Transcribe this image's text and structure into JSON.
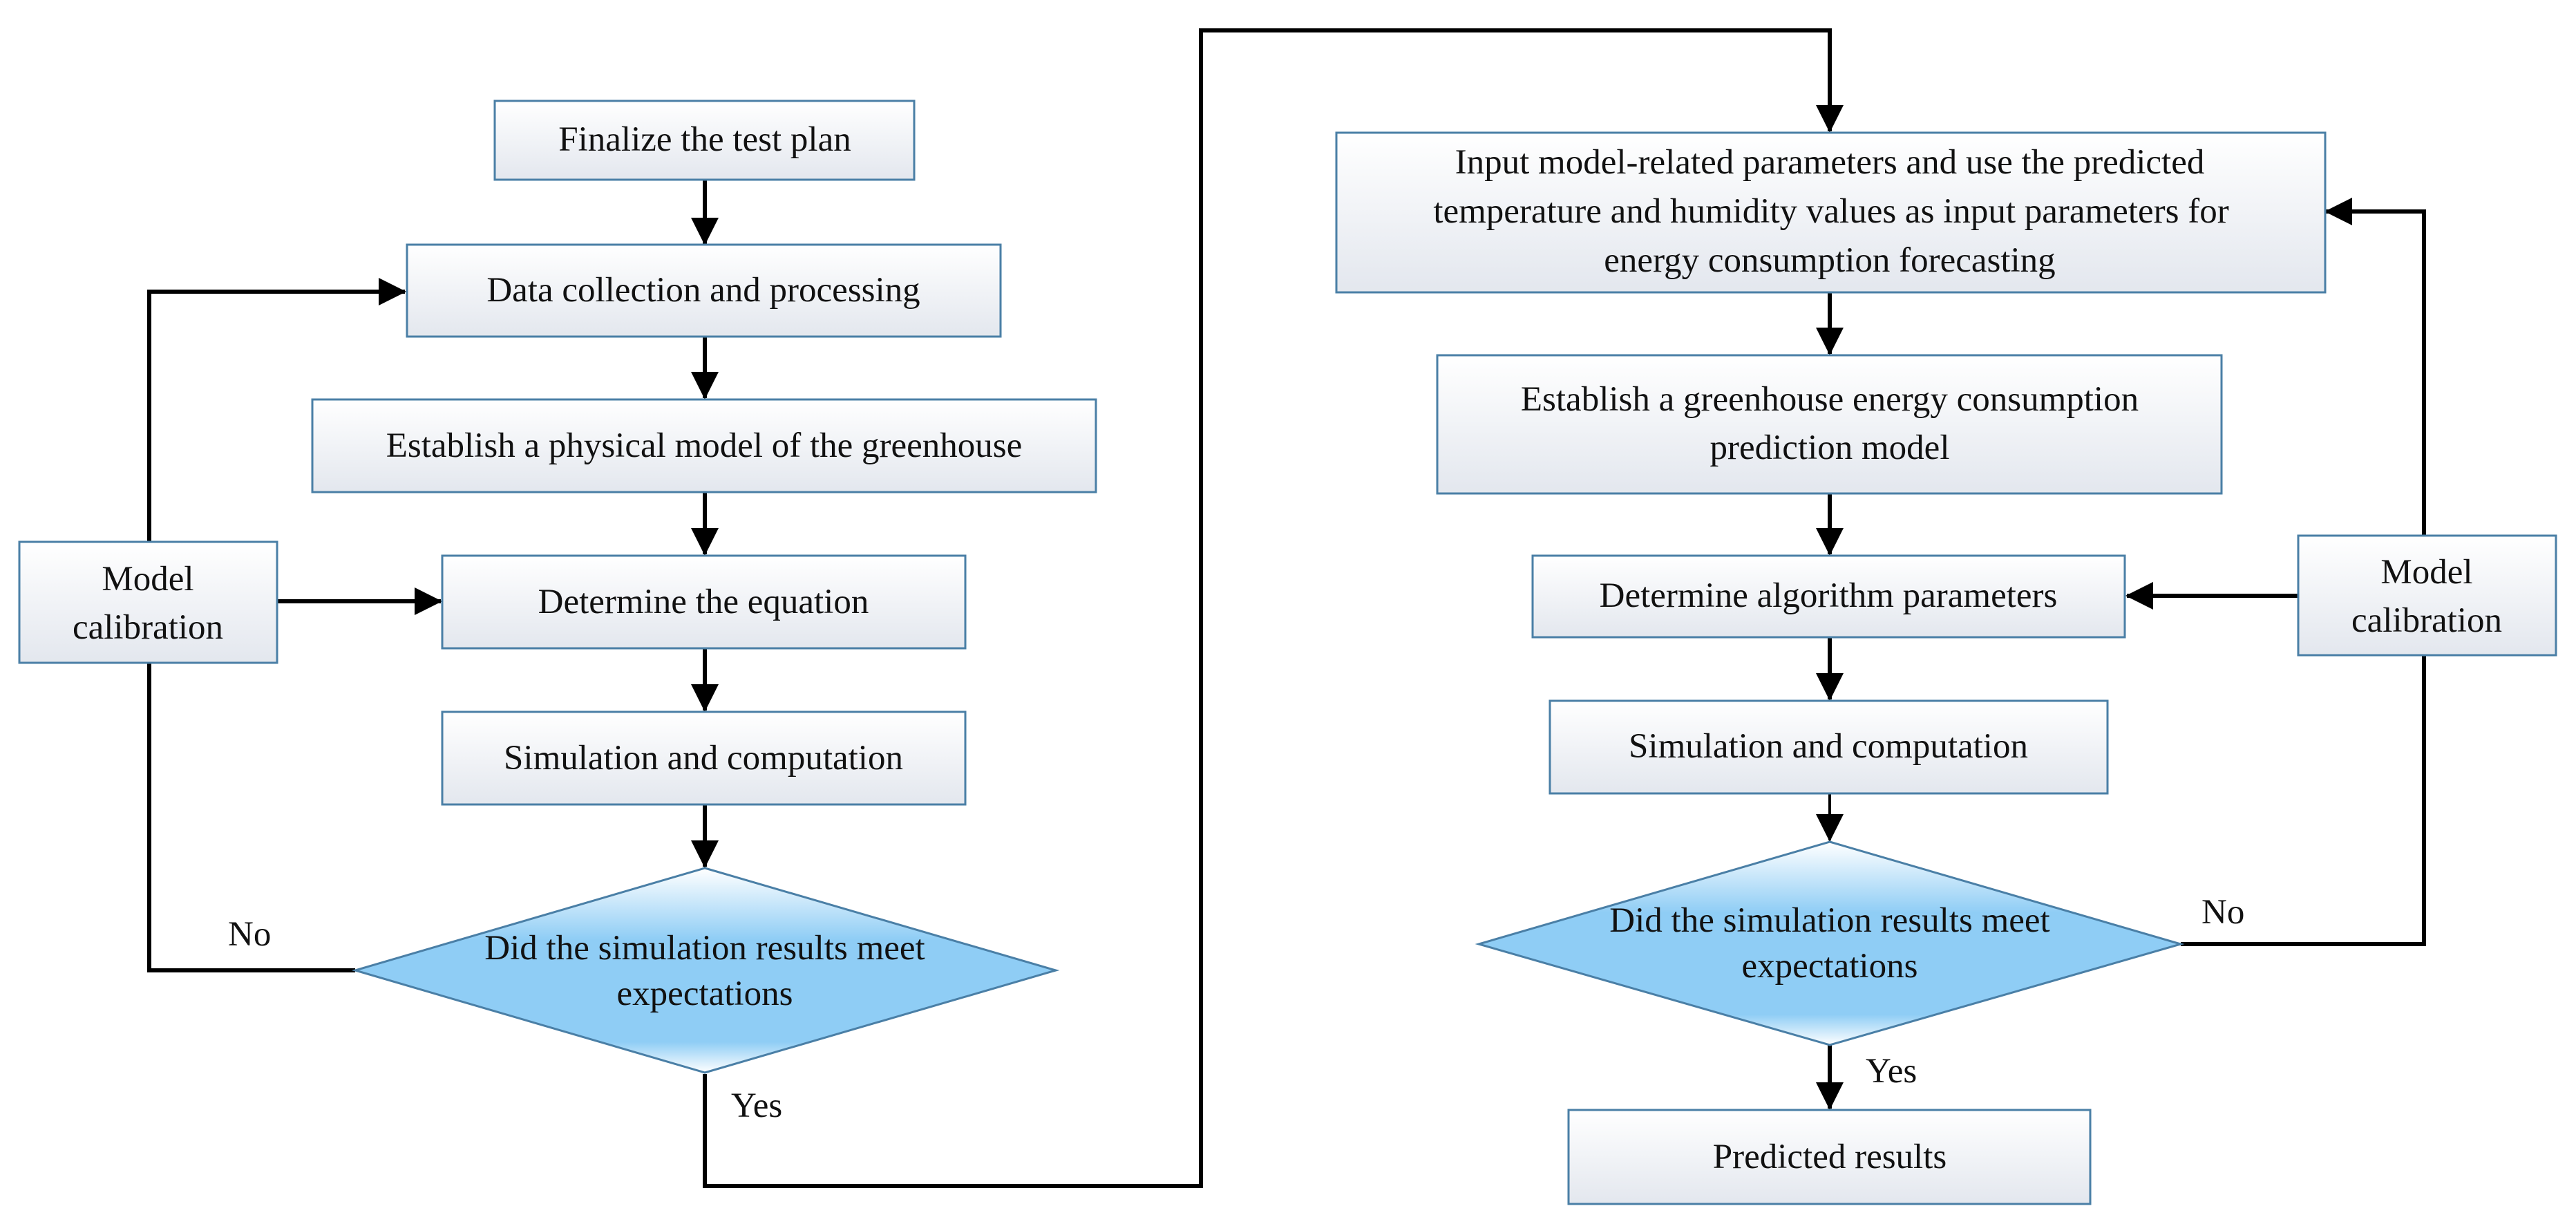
{
  "left": {
    "finalize": "Finalize the test plan",
    "data_collection": "Data collection and processing",
    "physical_model": "Establish a physical model of the greenhouse",
    "determine_equation": "Determine the equation",
    "simulation": "Simulation and computation",
    "decision": [
      "Did the simulation results meet",
      "expectations"
    ],
    "calibration": [
      "Model",
      "calibration"
    ],
    "no_label": "No",
    "yes_label": "Yes"
  },
  "right": {
    "input_params": [
      "Input model-related parameters and use the predicted",
      "temperature and humidity values as input parameters for",
      "energy consumption forecasting"
    ],
    "prediction_model": [
      "Establish a greenhouse energy consumption",
      "prediction model"
    ],
    "algorithm_params": "Determine algorithm parameters",
    "simulation": "Simulation and computation",
    "decision": [
      "Did the simulation results meet",
      "expectations"
    ],
    "calibration": [
      "Model",
      "calibration"
    ],
    "no_label": "No",
    "yes_label": "Yes",
    "predicted": "Predicted results"
  },
  "colors": {
    "line": "#000000",
    "box_border": "#4a7fa6",
    "box_fill_top": "#ffffff",
    "box_fill_bottom": "#e3e7ee",
    "diamond_fill": "#8fcdf5",
    "diamond_highlight": "#ffffff"
  }
}
